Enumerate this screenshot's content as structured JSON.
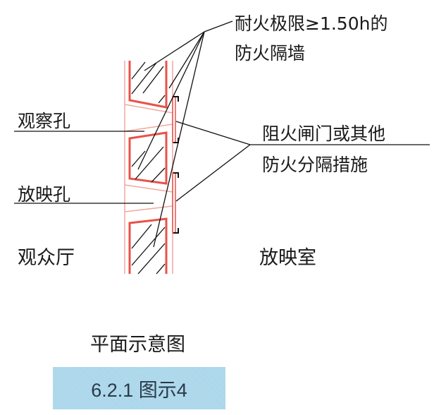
{
  "labels": {
    "fire_wall_line1": "耐火极限≥1.50h的",
    "fire_wall_line2": "防火隔墙",
    "damper_line1": "阻火闸门或其他",
    "damper_line2": "防火分隔措施",
    "observation_hole": "观察孔",
    "projection_hole": "放映孔",
    "audience_hall": "观众厅",
    "projection_room": "放映室"
  },
  "title": "平面示意图",
  "caption": "6.2.1 图示4",
  "colors": {
    "wall": "#e8524a",
    "wall_light": "#f2a79e",
    "caption_bg": "#a9d6ea"
  }
}
